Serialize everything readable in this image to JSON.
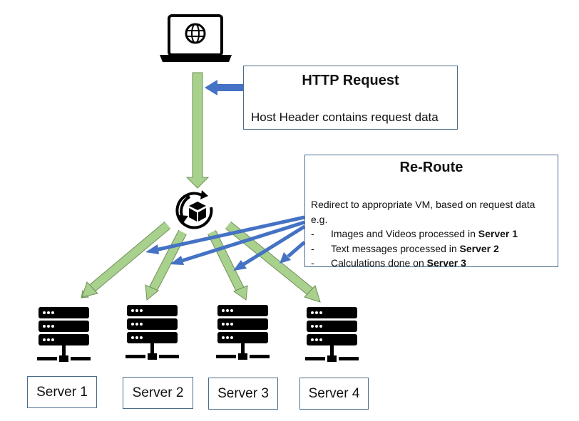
{
  "http_box": {
    "title": "HTTP Request",
    "body": "Host Header contains request data"
  },
  "reroute_box": {
    "title": "Re-Route",
    "intro": "Redirect to appropriate VM, based on request data",
    "eg": "e.g.",
    "items": [
      {
        "bullet": "-",
        "text": "Images and Videos processed in ",
        "bold": "Server 1"
      },
      {
        "bullet": "-",
        "text": "Text messages processed in ",
        "bold": "Server 2"
      },
      {
        "bullet": "-",
        "text": "Calculations done on ",
        "bold": "Server 3"
      }
    ]
  },
  "servers": [
    {
      "label": "Server 1"
    },
    {
      "label": "Server 2"
    },
    {
      "label": "Server 3"
    },
    {
      "label": "Server 4"
    }
  ],
  "icons": {
    "client": "laptop-globe-icon",
    "router": "package-sync-icon",
    "server": "server-rack-icon"
  },
  "colors": {
    "green_arrow_fill": "#a9d18e",
    "green_arrow_stroke": "#6f8f57",
    "blue_arrow": "#4472c4",
    "box_border": "#4a6d8c",
    "icon_dark": "#000000"
  }
}
